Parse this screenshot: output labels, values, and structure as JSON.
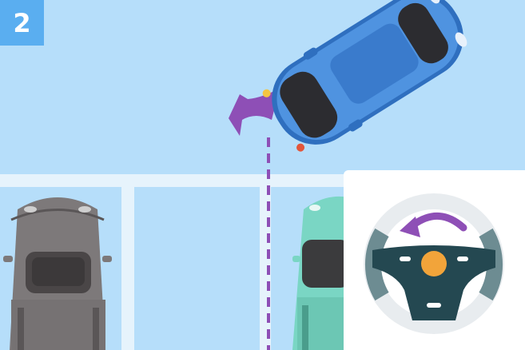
{
  "step": {
    "number": "2"
  },
  "colors": {
    "background": "#b6defa",
    "parking_lines": "#e6f3fc",
    "badge": "#5aaef0",
    "active_car": "#4f93e0",
    "left_car": "#7d797a",
    "right_car": "#7ad6c4",
    "path_and_arrows": "#8e4fb6",
    "wheel_dark": "#244851",
    "wheel_hub": "#f2a43a",
    "wheel_rim": "#e8ecef"
  },
  "scene": {
    "active_car": {
      "icon": "car-top-view-icon",
      "direction": "reversing-into-space"
    },
    "turn_arrow": {
      "icon": "curved-arrow-icon"
    },
    "path": {
      "icon": "dashed-path-line"
    },
    "parked_cars": [
      {
        "icon": "car-top-view-icon",
        "position": "left-space"
      },
      {
        "icon": "car-top-view-icon",
        "position": "right-space"
      }
    ],
    "steering_wheel": {
      "icon": "steering-wheel-icon",
      "rotation_hint": "turn-counterclockwise-arrow-icon"
    }
  }
}
